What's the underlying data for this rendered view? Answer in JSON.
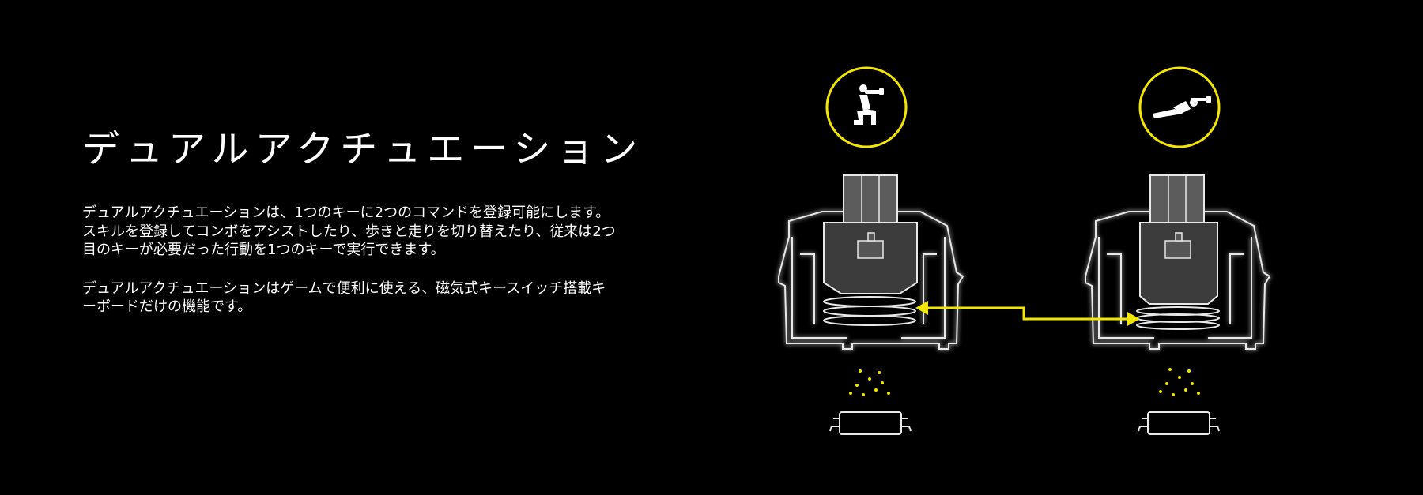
{
  "heading": "デュアルアクチュエーション",
  "paragraphs": [
    "デュアルアクチュエーションは、1つのキーに2つのコマンドを登録可能にします。スキルを登録してコンボをアシストしたり、歩きと走りを切り替えたり、従来は2つ目のキーが必要だった行動を1つのキーで実行できます。",
    "デュアルアクチュエーションはゲームで便利に使える、磁気式キースイッチ搭載キーボードだけの機能です。"
  ],
  "icons": {
    "left": "kneeling-shooter-icon",
    "right": "prone-shooter-icon"
  },
  "colors": {
    "background": "#000000",
    "accent": "#f2e500",
    "text": "#ffffff",
    "outline": "#e8e8e8"
  }
}
